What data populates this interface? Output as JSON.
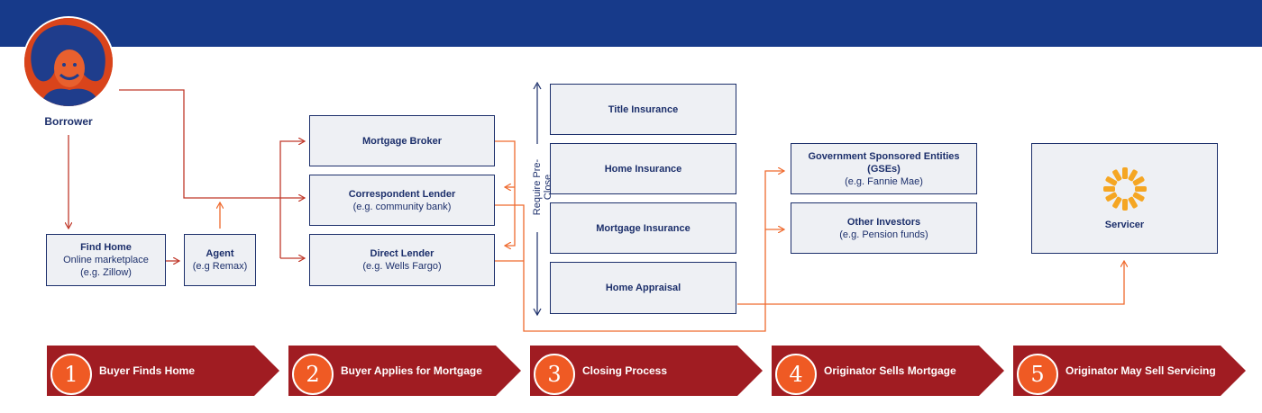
{
  "borrower": {
    "label": "Borrower"
  },
  "find_home": {
    "title": "Find Home",
    "line1": "Online marketplace",
    "line2": "(e.g. Zillow)"
  },
  "agent": {
    "title": "Agent",
    "line1": "(e.g Remax)"
  },
  "lenders": [
    {
      "title": "Mortgage Broker",
      "sub": ""
    },
    {
      "title": "Correspondent Lender",
      "sub": "(e.g. community bank)"
    },
    {
      "title": "Direct Lender",
      "sub": "(e.g. Wells Fargo)"
    }
  ],
  "closing": {
    "side_label": "Require Pre-Close",
    "items": [
      "Title Insurance",
      "Home Insurance",
      "Mortgage Insurance",
      "Home Appraisal"
    ]
  },
  "investors": {
    "gse": {
      "line1": "Government Sponsored Entities",
      "line2": "(GSEs)",
      "sub": "(e.g. Fannie Mae)"
    },
    "other": {
      "title": "Other Investors",
      "sub": "(e.g. Pension funds)"
    }
  },
  "servicer": {
    "label": "Servicer",
    "icon": "servicer-logo-icon"
  },
  "steps": [
    {
      "num": "1",
      "label": "Buyer Finds Home"
    },
    {
      "num": "2",
      "label": "Buyer Applies for Mortgage"
    },
    {
      "num": "3",
      "label": "Closing Process"
    },
    {
      "num": "4",
      "label": "Originator Sells Mortgage"
    },
    {
      "num": "5",
      "label": "Originator May Sell Servicing"
    }
  ],
  "colors": {
    "navy": "#173a8a",
    "box_border": "#1c2f6b",
    "box_fill": "#eef0f4",
    "arrow_red": "#c0392b",
    "arrow_orange": "#ef6a2e",
    "step_band": "#a01c22",
    "step_circle": "#ef5a24",
    "logo_yellow": "#f5a623"
  }
}
